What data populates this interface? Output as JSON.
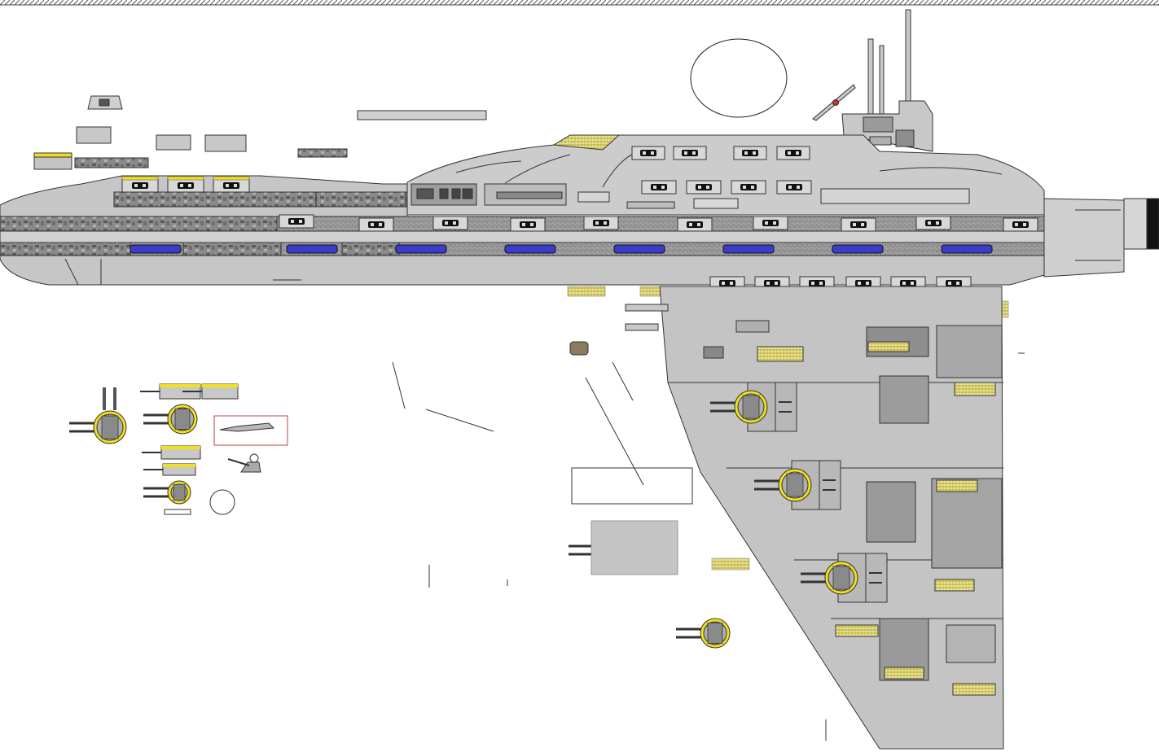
{
  "palette": {
    "hull": "#c8c8c8",
    "hull_light": "#d8d8d8",
    "hull_dark": "#a8a8a8",
    "outline": "#3a3a3a",
    "detail_dark": "#555555",
    "greeble": "#7a7a7a",
    "band": "#8e8e8e",
    "window_blue": "#3c3ccc",
    "yellow": "#f0e020",
    "hatch_yellow": "#e8d870",
    "red": "#d03030",
    "frame_red": "#c84040",
    "black": "#111111",
    "white": "#ffffff"
  },
  "icons": {
    "top_border": "hatched-border",
    "planet": "circle-outline",
    "ship": "starship-side-profile",
    "turret": "double-barrel-turret"
  }
}
